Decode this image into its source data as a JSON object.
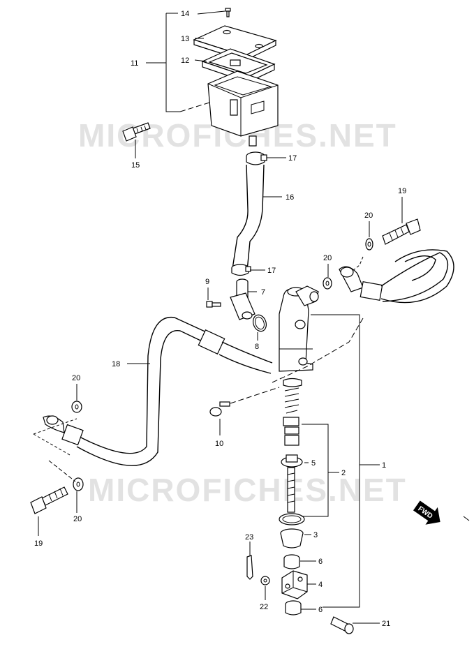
{
  "watermark": [
    "MICROFICHES.NET",
    "MICROFICHES.NET"
  ],
  "fwd_label": "FWD",
  "callouts": {
    "c14": "14",
    "c13": "13",
    "c12": "12",
    "c11": "11",
    "c15": "15",
    "c17a": "17",
    "c16": "16",
    "c17b": "17",
    "c19a": "19",
    "c20a": "20",
    "c20b": "20",
    "c9": "9",
    "c7": "7",
    "c8": "8",
    "c18": "18",
    "c20c": "20",
    "c10": "10",
    "c5": "5",
    "c2": "2",
    "c1": "1",
    "c20d": "20",
    "c19b": "19",
    "c3": "3",
    "c23": "23",
    "c6a": "6",
    "c4": "4",
    "c22": "22",
    "c6b": "6",
    "c21": "21"
  }
}
